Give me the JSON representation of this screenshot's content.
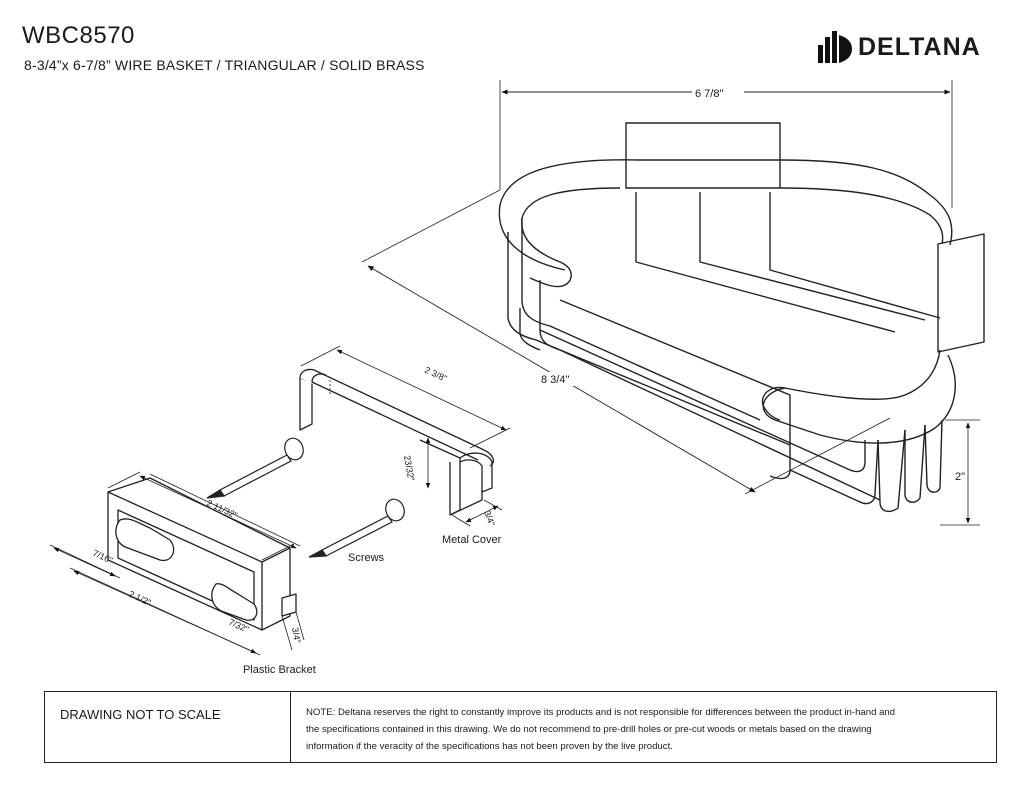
{
  "header": {
    "model": "WBC8570",
    "description": "8-3/4”x 6-7/8” WIRE BASKET / TRIANGULAR / SOLID BRASS",
    "brand": "DELTANA"
  },
  "dimensions": {
    "basket_width": "6 7/8\"",
    "basket_depth": "8 3/4\"",
    "basket_height": "2\"",
    "cover_length": "2 3/8\"",
    "cover_height": "23/32\"",
    "cover_width": "3/4\"",
    "bracket_length": "2 11/32\"",
    "bracket_hole_offset": "7/16\"",
    "bracket_overall": "2 1/2\"",
    "bracket_small": "7/32\"",
    "bracket_height": "3/4\""
  },
  "callouts": {
    "metal_cover": "Metal Cover",
    "screws": "Screws",
    "plastic_bracket": "Plastic Bracket"
  },
  "footer": {
    "scale_note": "DRAWING NOT TO SCALE",
    "disclaimer_lines": [
      "NOTE: Deltana reserves the right to constantly improve its products and is not responsible for differences between the product in-hand and",
      "the specifications contained in this drawing.  We do not recommend to pre-drill holes or pre-cut woods or metals based on the drawing",
      "information if the veracity of the specifications has not been proven by the live product."
    ]
  }
}
